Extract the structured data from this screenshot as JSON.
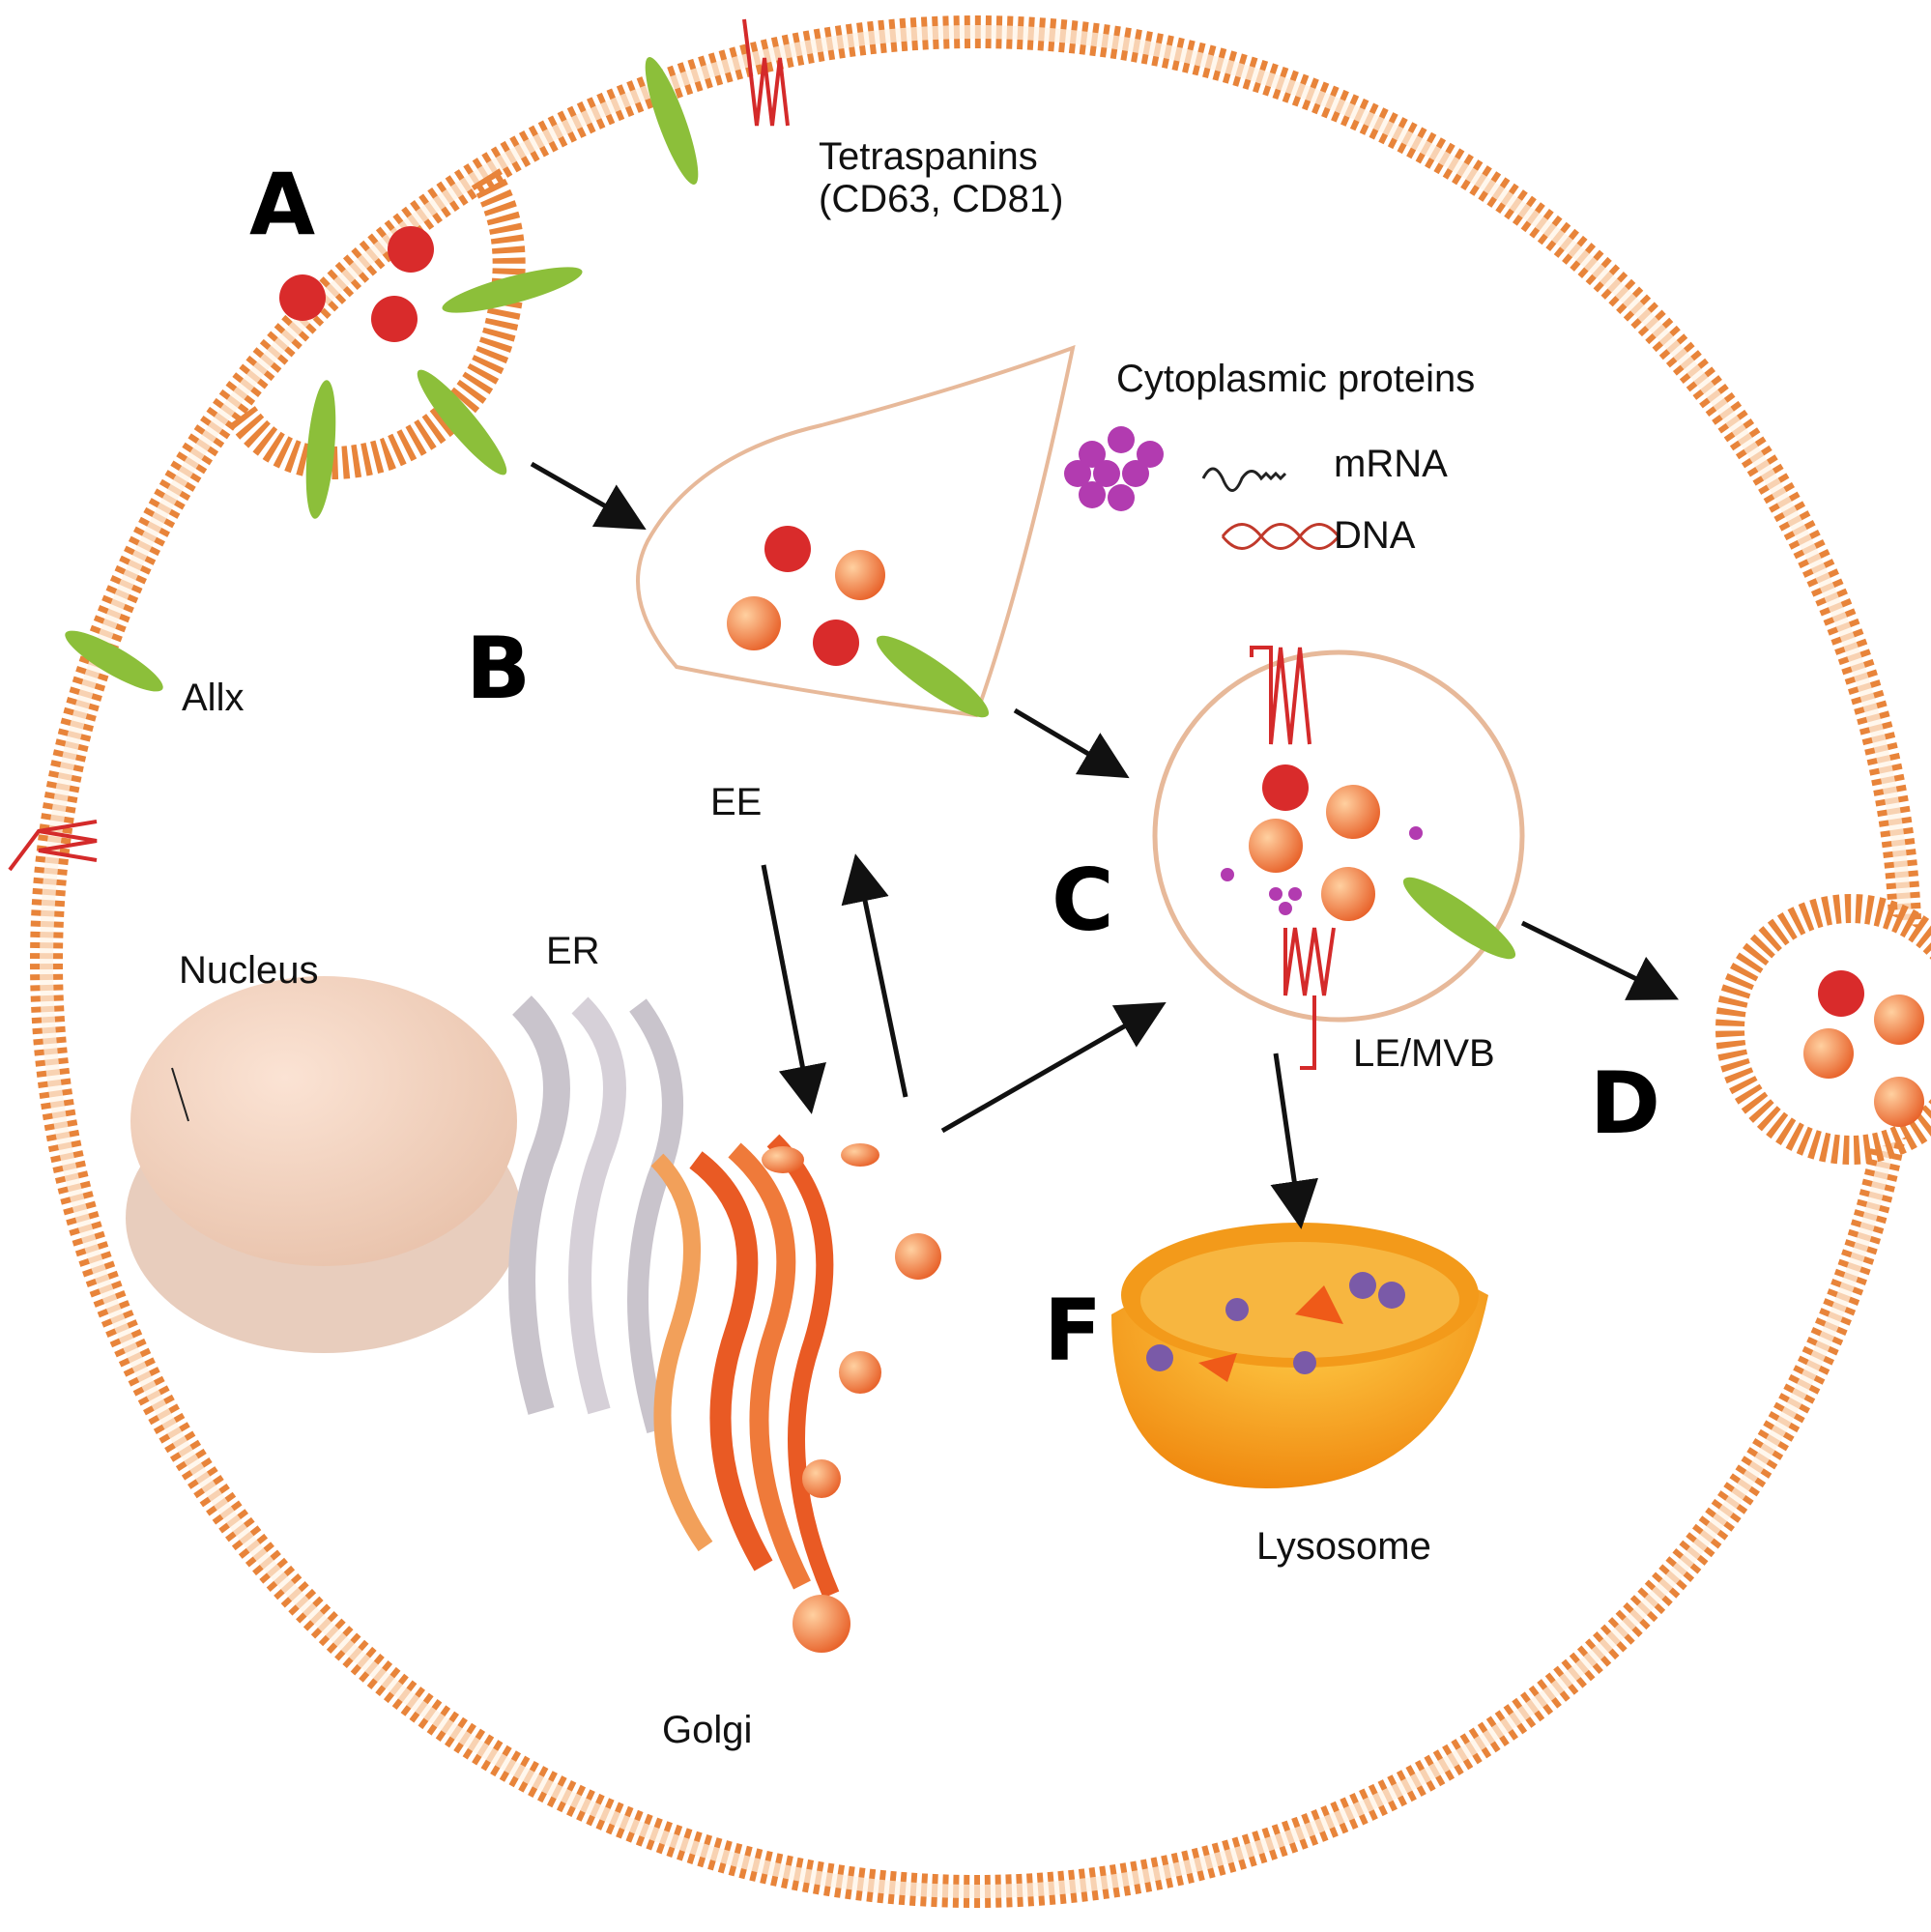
{
  "step_labels": {
    "a": "A",
    "b": "B",
    "c": "C",
    "d": "D",
    "f": "F"
  },
  "labels": {
    "tetraspanins": "Tetraspanins",
    "tetraspanins_examples": "(CD63, CD81)",
    "cytoplasmic_proteins": "Cytoplasmic proteins",
    "mrna": "mRNA",
    "dna": "DNA",
    "alix": "Allx",
    "ee": "EE",
    "er": "ER",
    "nucleus": "Nucleus",
    "le_mvb": "LE/MVB",
    "lysosome": "Lysosome",
    "golgi": "Golgi"
  },
  "colors": {
    "membrane": "#e8843a",
    "protein_rod": "#8cbf3a",
    "cargo": "#d92b2b",
    "tetraspanin": "#d42a2a",
    "cyto_protein": "#b23bb0",
    "lysosome": "#f5a623"
  }
}
